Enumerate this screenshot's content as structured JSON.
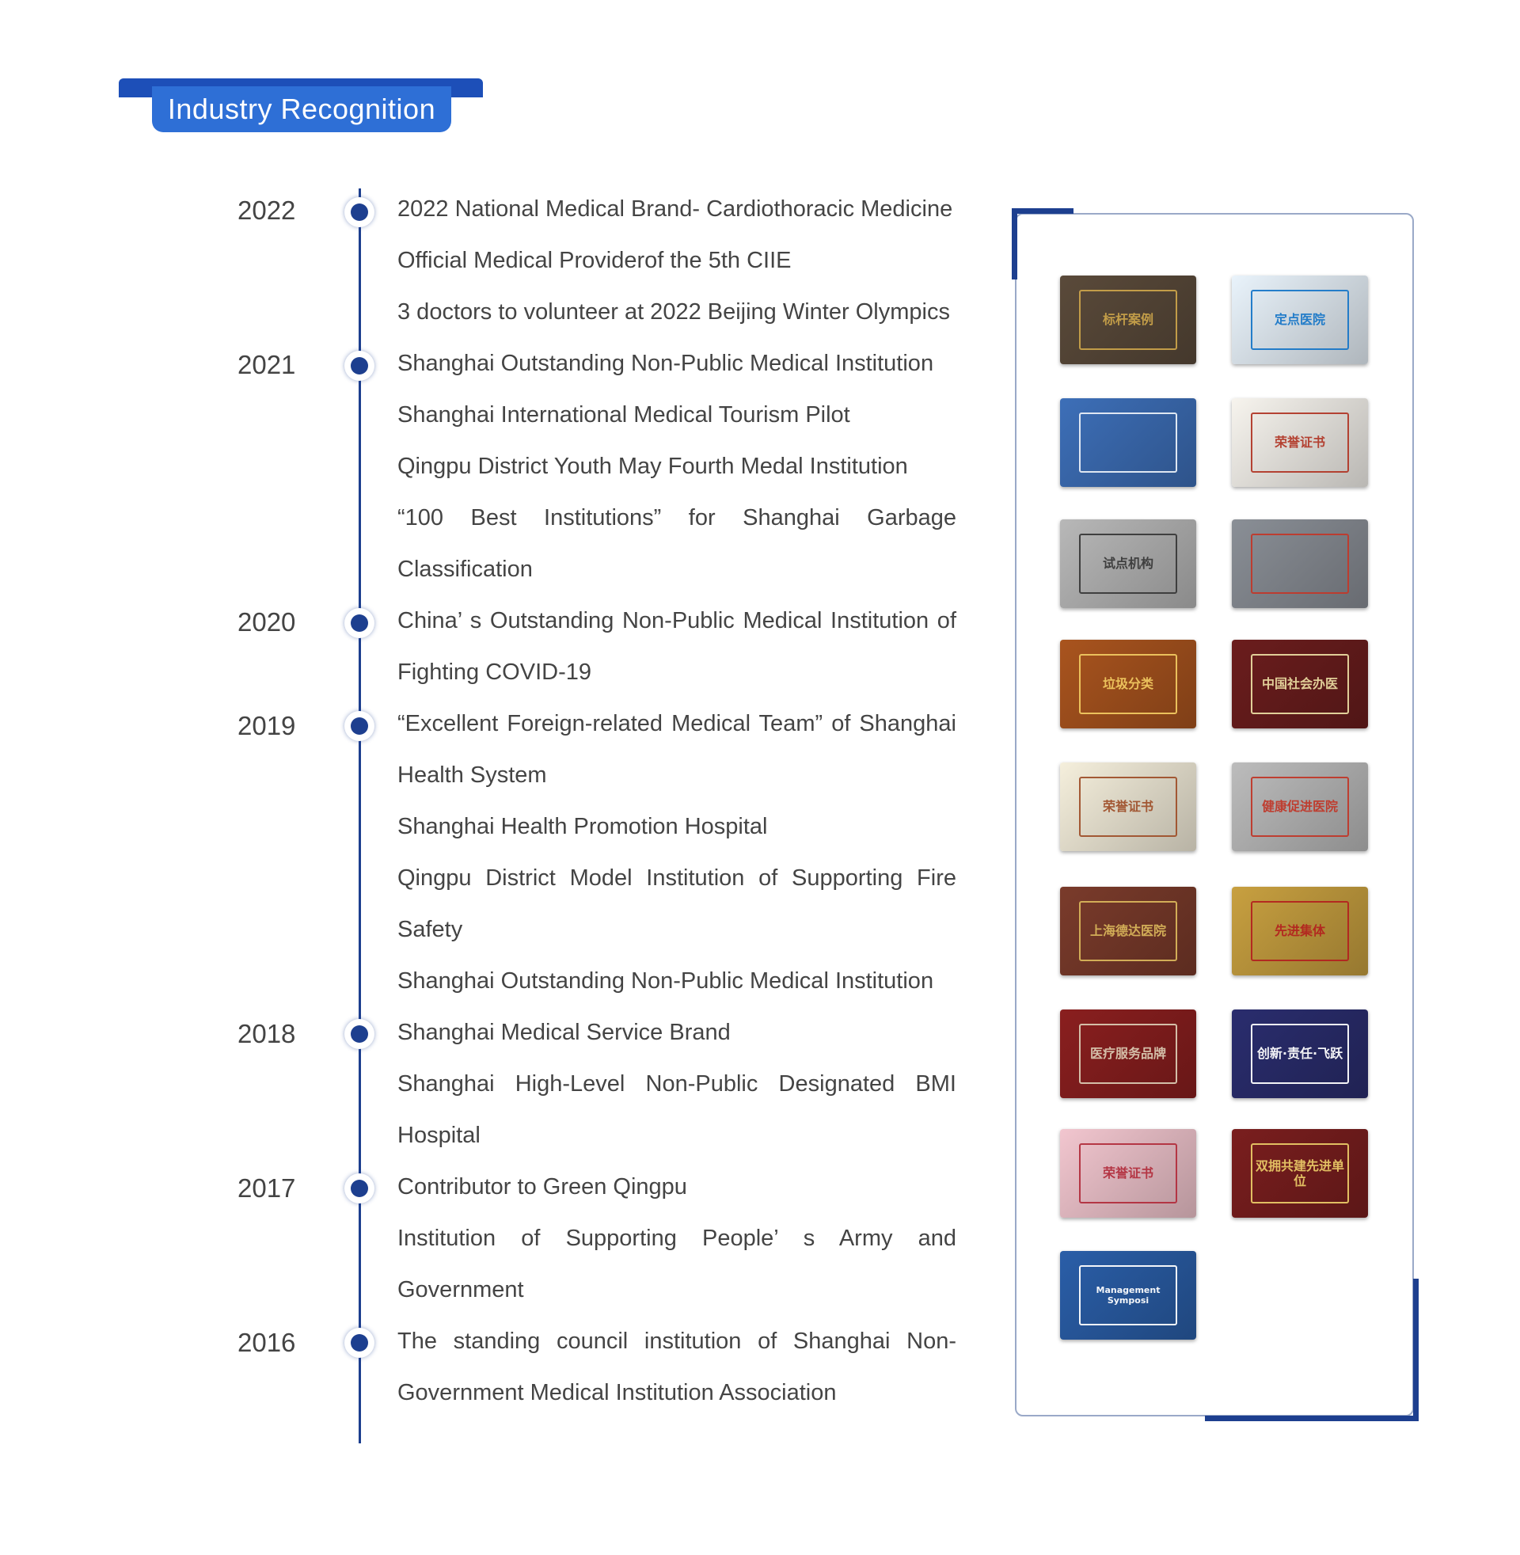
{
  "header": {
    "title": "Industry Recognition"
  },
  "timeline": [
    {
      "year": "2022",
      "entries": [
        "2022 National Medical Brand- Cardiothoracic Medicine",
        "Official Medical Providerof the 5th CIIE",
        "3 doctors to volunteer at 2022  Beijing Winter Olympics"
      ]
    },
    {
      "year": "2021",
      "entries": [
        "Shanghai Outstanding Non-Public Medical Institution",
        "Shanghai International Medical Tourism Pilot",
        "Qingpu District Youth May Fourth Medal Institution",
        "“100 Best Institutions” for Shanghai Garbage Classification"
      ]
    },
    {
      "year": "2020",
      "entries": [
        "China’ s Outstanding Non-Public Medical Institution of Fighting COVID-19"
      ]
    },
    {
      "year": "2019",
      "entries": [
        "“Excellent Foreign-related Medical Team” of Shanghai Health System",
        "Shanghai Health Promotion Hospital",
        "Qingpu District Model Institution of Supporting Fire Safety",
        "Shanghai Outstanding Non-Public Medical Institution"
      ]
    },
    {
      "year": "2018",
      "entries": [
        "Shanghai Medical Service Brand",
        "Shanghai High-Level Non-Public Designated BMI Hospital"
      ]
    },
    {
      "year": "2017",
      "entries": [
        "Contributor to Green Qingpu",
        "Institution of Supporting People’ s Army and Government"
      ]
    },
    {
      "year": "2016",
      "entries": [
        "The standing council institution of Shanghai Non-Government Medical Institution Association"
      ]
    }
  ],
  "gallery": [
    {
      "name": "award-trophy-photo",
      "text": "标杆案例",
      "colors": [
        "#5a4a3a",
        "#c9a24a"
      ]
    },
    {
      "name": "ciie-designated-hospital-card",
      "text": "定点医院",
      "colors": [
        "#e9f3fb",
        "#1a78c8"
      ]
    },
    {
      "name": "winter-olympics-doctors-photo",
      "text": "",
      "colors": [
        "#3d6fb8",
        "#e8eef7"
      ]
    },
    {
      "name": "honor-certificate-1",
      "text": "荣誉证书",
      "colors": [
        "#f7f4ee",
        "#b23a2a"
      ]
    },
    {
      "name": "medical-tourism-pilot-plaque",
      "text": "试点机构",
      "colors": [
        "#b8b8b8",
        "#3a3a3a"
      ]
    },
    {
      "name": "youth-medal-plaque",
      "text": "",
      "colors": [
        "#8a8f96",
        "#c0392b"
      ]
    },
    {
      "name": "garbage-classification-plaque",
      "text": "垃圾分类",
      "colors": [
        "#a9541e",
        "#f0c860"
      ]
    },
    {
      "name": "covid-fighting-plaque",
      "text": "中国社会办医",
      "colors": [
        "#6b1d1d",
        "#e8d9a0"
      ]
    },
    {
      "name": "honor-certificate-2",
      "text": "荣誉证书",
      "colors": [
        "#f5efdc",
        "#a0522d"
      ]
    },
    {
      "name": "health-promotion-hospital-plaque",
      "text": "健康促进医院",
      "colors": [
        "#bcbcbc",
        "#c0392b"
      ]
    },
    {
      "name": "fire-safety-plaque",
      "text": "上海德达医院",
      "colors": [
        "#7a3b2b",
        "#d8b45a"
      ]
    },
    {
      "name": "advanced-collective-plaque",
      "text": "先进集体",
      "colors": [
        "#c8a040",
        "#b3241f"
      ]
    },
    {
      "name": "medical-service-brand-plaque",
      "text": "医疗服务品牌",
      "colors": [
        "#8a1f1f",
        "#d9c7b0"
      ]
    },
    {
      "name": "innovation-award-photo",
      "text": "创新·责任·飞跃",
      "colors": [
        "#2a2d6e",
        "#ffffff"
      ]
    },
    {
      "name": "honor-certificate-3",
      "text": "荣誉证书",
      "colors": [
        "#f2c6cf",
        "#b3303f"
      ]
    },
    {
      "name": "army-support-plaque",
      "text": "双拥共建先进单位",
      "colors": [
        "#7a1e1e",
        "#e8c766"
      ]
    },
    {
      "name": "symposium-speaker-photo",
      "text": "Management Symposi",
      "colors": [
        "#2a5ea8",
        "#ffffff"
      ]
    }
  ]
}
